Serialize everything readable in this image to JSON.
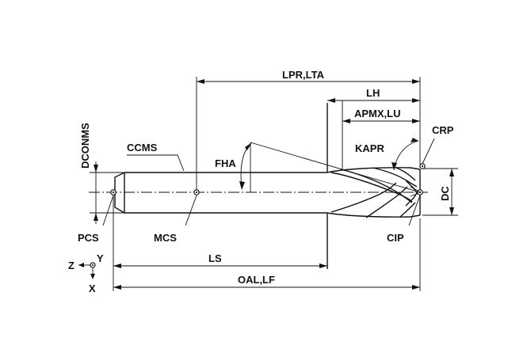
{
  "labels": {
    "lpr_lta": "LPR,LTA",
    "lh": "LH",
    "apmx_lu": "APMX,LU",
    "crp": "CRP",
    "kapr": "KAPR",
    "dconms": "DCONMS",
    "ccms": "CCMS",
    "fha": "FHA",
    "dc": "DC",
    "pcs": "PCS",
    "mcs": "MCS",
    "cip": "CIP",
    "ls": "LS",
    "oal_lf": "OAL,LF",
    "axis_z": "Z",
    "axis_y": "Y",
    "axis_x": "X"
  }
}
